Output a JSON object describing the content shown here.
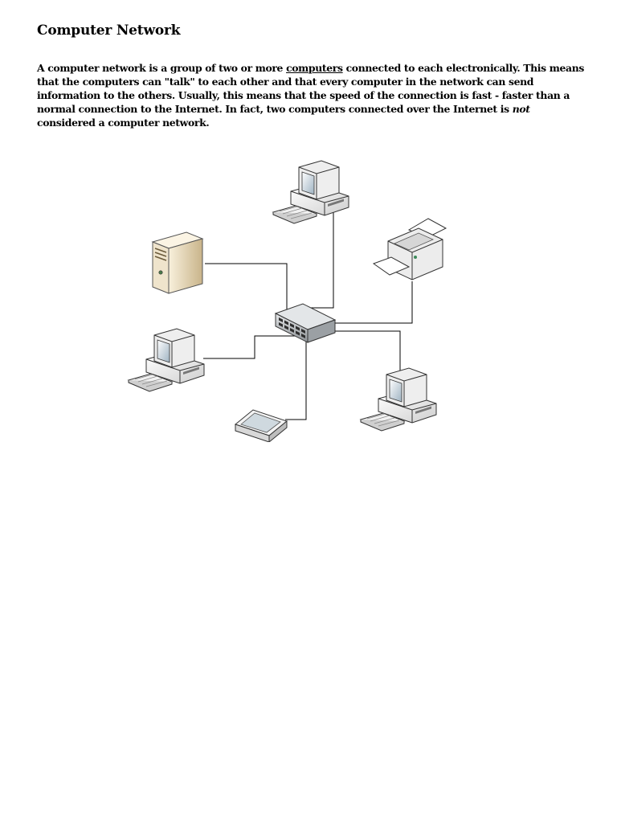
{
  "document": {
    "title": "Computer Network",
    "paragraph": {
      "part1": "A computer network is a group of two or more ",
      "link_text": "computers",
      "part2": " connected to each electronically. This means that the computers can \"talk\" to each other and that every computer in the network can send information to the others. Usually, this means that the speed of the connection is fast - faster than a normal connection to the Internet. In fact, two computers connected over the Internet is ",
      "emphasis": "not",
      "part3": " considered a computer network."
    }
  },
  "diagram": {
    "nodes": [
      {
        "name": "workstation-top"
      },
      {
        "name": "server-tower"
      },
      {
        "name": "printer"
      },
      {
        "name": "network-switch"
      },
      {
        "name": "workstation-left"
      },
      {
        "name": "workstation-right"
      },
      {
        "name": "flatbed-scanner"
      }
    ],
    "colors": {
      "line": "#000000",
      "device_body": "#f2f2f2",
      "device_outline": "#333333",
      "screen": "#dce8f0",
      "server_body": "#efe4cc",
      "switch_body": "#cfd3d6"
    }
  }
}
